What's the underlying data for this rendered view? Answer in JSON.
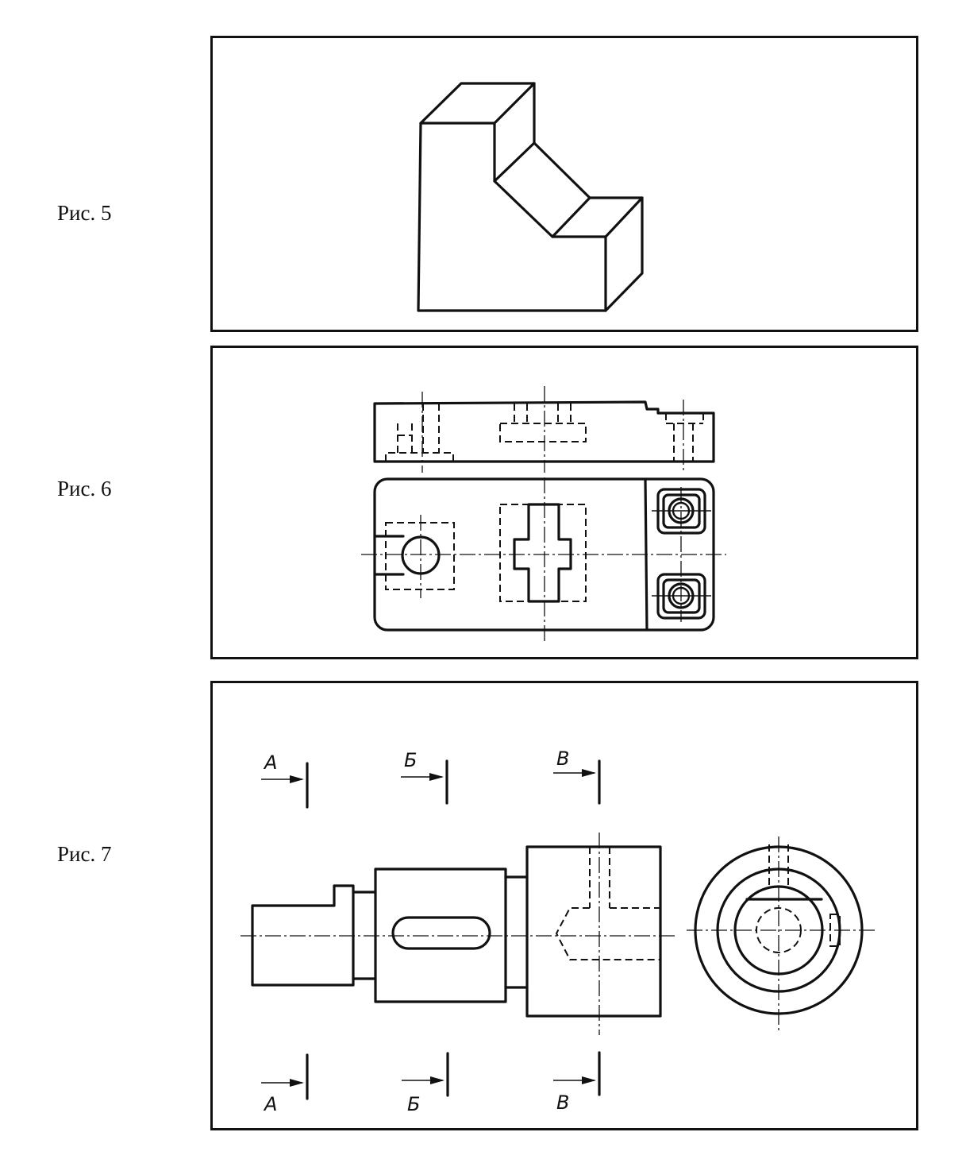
{
  "figures": [
    {
      "caption": "Рис. 5"
    },
    {
      "caption": "Рис. 6"
    },
    {
      "caption": "Рис. 7"
    }
  ],
  "sections": [
    "А",
    "Б",
    "В"
  ]
}
